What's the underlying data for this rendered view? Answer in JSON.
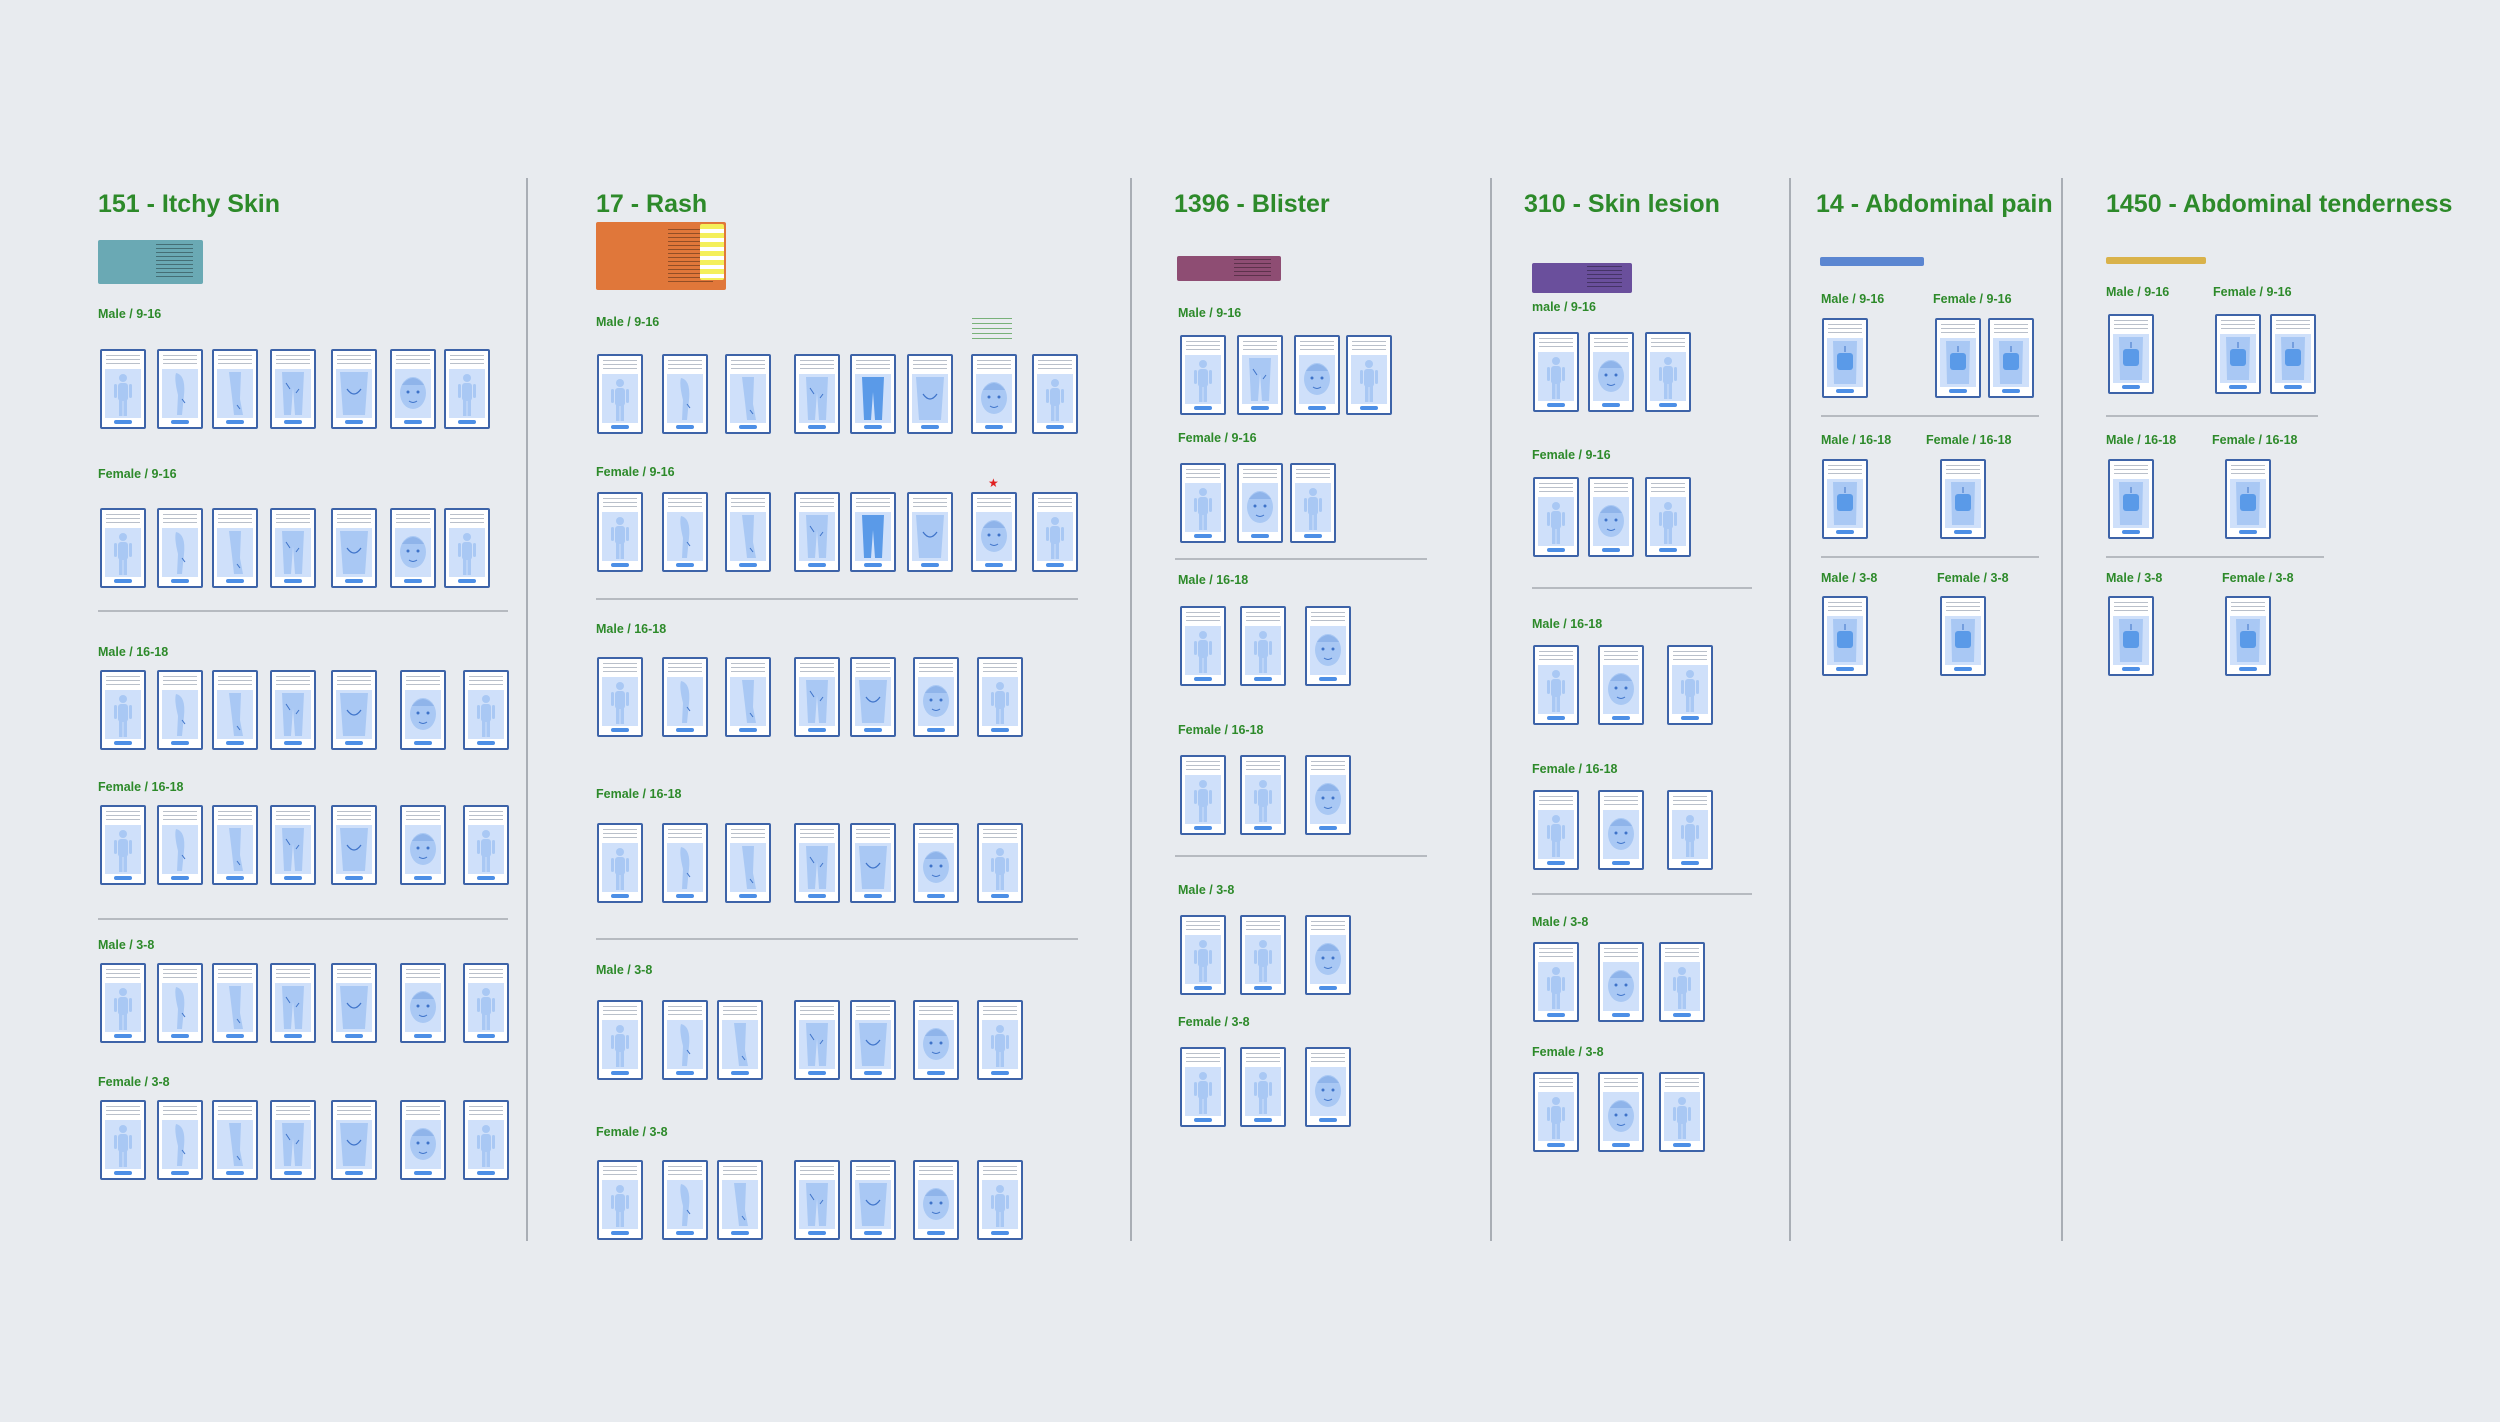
{
  "board": {
    "columns": [
      {
        "title": "151 - Itchy Skin",
        "swatch_color": "#6aa9b4",
        "sections": [
          {
            "label": "Male / 9-16",
            "cards": [
              "body",
              "arm",
              "leg",
              "legs",
              "torso",
              "face",
              "body"
            ]
          },
          {
            "label": "Female / 9-16",
            "cards": [
              "body",
              "arm",
              "leg",
              "legs",
              "torso",
              "face",
              "body"
            ]
          },
          {
            "label": "Male / 16-18",
            "cards": [
              "body",
              "arm",
              "leg",
              "legs",
              "torso",
              "face",
              "body"
            ]
          },
          {
            "label": "Female / 16-18",
            "cards": [
              "body",
              "arm",
              "leg",
              "legs",
              "torso",
              "face",
              "body"
            ]
          },
          {
            "label": "Male / 3-8",
            "cards": [
              "body",
              "arm",
              "leg",
              "legs",
              "torso",
              "face",
              "body"
            ]
          },
          {
            "label": "Female / 3-8",
            "cards": [
              "body",
              "arm",
              "leg",
              "legs",
              "torso",
              "face",
              "body"
            ]
          }
        ]
      },
      {
        "title": "17 - Rash",
        "swatch_color": "#e0773a",
        "sections": [
          {
            "label": "Male / 9-16",
            "cards": [
              "body",
              "arm",
              "leg",
              "legs",
              "legs-blue",
              "torso",
              "face",
              "body"
            ]
          },
          {
            "label": "Female / 9-16",
            "cards": [
              "body",
              "arm",
              "leg",
              "legs",
              "legs-blue",
              "torso",
              "face",
              "body"
            ]
          },
          {
            "label": "Male / 16-18",
            "cards": [
              "body",
              "arm",
              "leg",
              "legs",
              "torso",
              "face",
              "body"
            ]
          },
          {
            "label": "Female / 16-18",
            "cards": [
              "body",
              "arm",
              "leg",
              "legs",
              "torso",
              "face",
              "body"
            ]
          },
          {
            "label": "Male / 3-8",
            "cards": [
              "body",
              "arm",
              "leg",
              "legs",
              "torso",
              "face",
              "body"
            ]
          },
          {
            "label": "Female / 3-8",
            "cards": [
              "body",
              "arm",
              "leg",
              "legs",
              "torso",
              "face",
              "body"
            ]
          }
        ]
      },
      {
        "title": "1396 - Blister",
        "swatch_color": "#8e4d73",
        "sections": [
          {
            "label": "Male / 9-16",
            "cards": [
              "body",
              "legs",
              "face",
              "body"
            ]
          },
          {
            "label": "Female / 9-16",
            "cards": [
              "body",
              "face",
              "body"
            ]
          },
          {
            "label": "Male / 16-18",
            "cards": [
              "body",
              "body",
              "face"
            ]
          },
          {
            "label": "Female / 16-18",
            "cards": [
              "body",
              "body",
              "face"
            ]
          },
          {
            "label": "Male / 3-8",
            "cards": [
              "body",
              "body",
              "face"
            ]
          },
          {
            "label": "Female / 3-8",
            "cards": [
              "body",
              "body",
              "face"
            ]
          }
        ]
      },
      {
        "title": "310 - Skin lesion",
        "swatch_color": "#6a4f9c",
        "sections": [
          {
            "label": "male / 9-16",
            "cards": [
              "body",
              "face",
              "body"
            ]
          },
          {
            "label": "Female / 9-16",
            "cards": [
              "body",
              "face",
              "body"
            ]
          },
          {
            "label": "Male / 16-18",
            "cards": [
              "body",
              "face",
              "body"
            ]
          },
          {
            "label": "Female / 16-18",
            "cards": [
              "body",
              "face",
              "body"
            ]
          },
          {
            "label": "Male / 3-8",
            "cards": [
              "body",
              "face",
              "body"
            ]
          },
          {
            "label": "Female / 3-8",
            "cards": [
              "body",
              "face",
              "body"
            ]
          }
        ]
      },
      {
        "title": "14 - Abdominal pain",
        "swatch_color": "#5b86d1",
        "sections": [
          {
            "label": "Male / 9-16",
            "cards": [
              "abdomen"
            ]
          },
          {
            "label": "Female / 9-16",
            "cards": [
              "abdomen",
              "abdomen"
            ]
          },
          {
            "label": "Male / 16-18",
            "cards": [
              "abdomen"
            ]
          },
          {
            "label": "Female / 16-18",
            "cards": [
              "abdomen"
            ]
          },
          {
            "label": "Male / 3-8",
            "cards": [
              "abdomen"
            ]
          },
          {
            "label": "Female / 3-8",
            "cards": [
              "abdomen"
            ]
          }
        ]
      },
      {
        "title": "1450 - Abdominal tenderness",
        "swatch_color": "#d9b24a",
        "sections": [
          {
            "label": "Male / 9-16",
            "cards": [
              "abdomen"
            ]
          },
          {
            "label": "Female / 9-16",
            "cards": [
              "abdomen",
              "abdomen"
            ]
          },
          {
            "label": "Male / 16-18",
            "cards": [
              "abdomen"
            ]
          },
          {
            "label": "Female / 16-18",
            "cards": [
              "abdomen"
            ]
          },
          {
            "label": "Male / 3-8",
            "cards": [
              "abdomen"
            ]
          },
          {
            "label": "Female / 3-8",
            "cards": [
              "abdomen"
            ]
          }
        ]
      }
    ],
    "colors": {
      "title_green": "#2d8a2a",
      "card_border": "#3d63a8",
      "figure_fill": "#a9c8f4",
      "area_fill": "#cfe0fa",
      "button_blue": "#4d8fe6"
    }
  }
}
